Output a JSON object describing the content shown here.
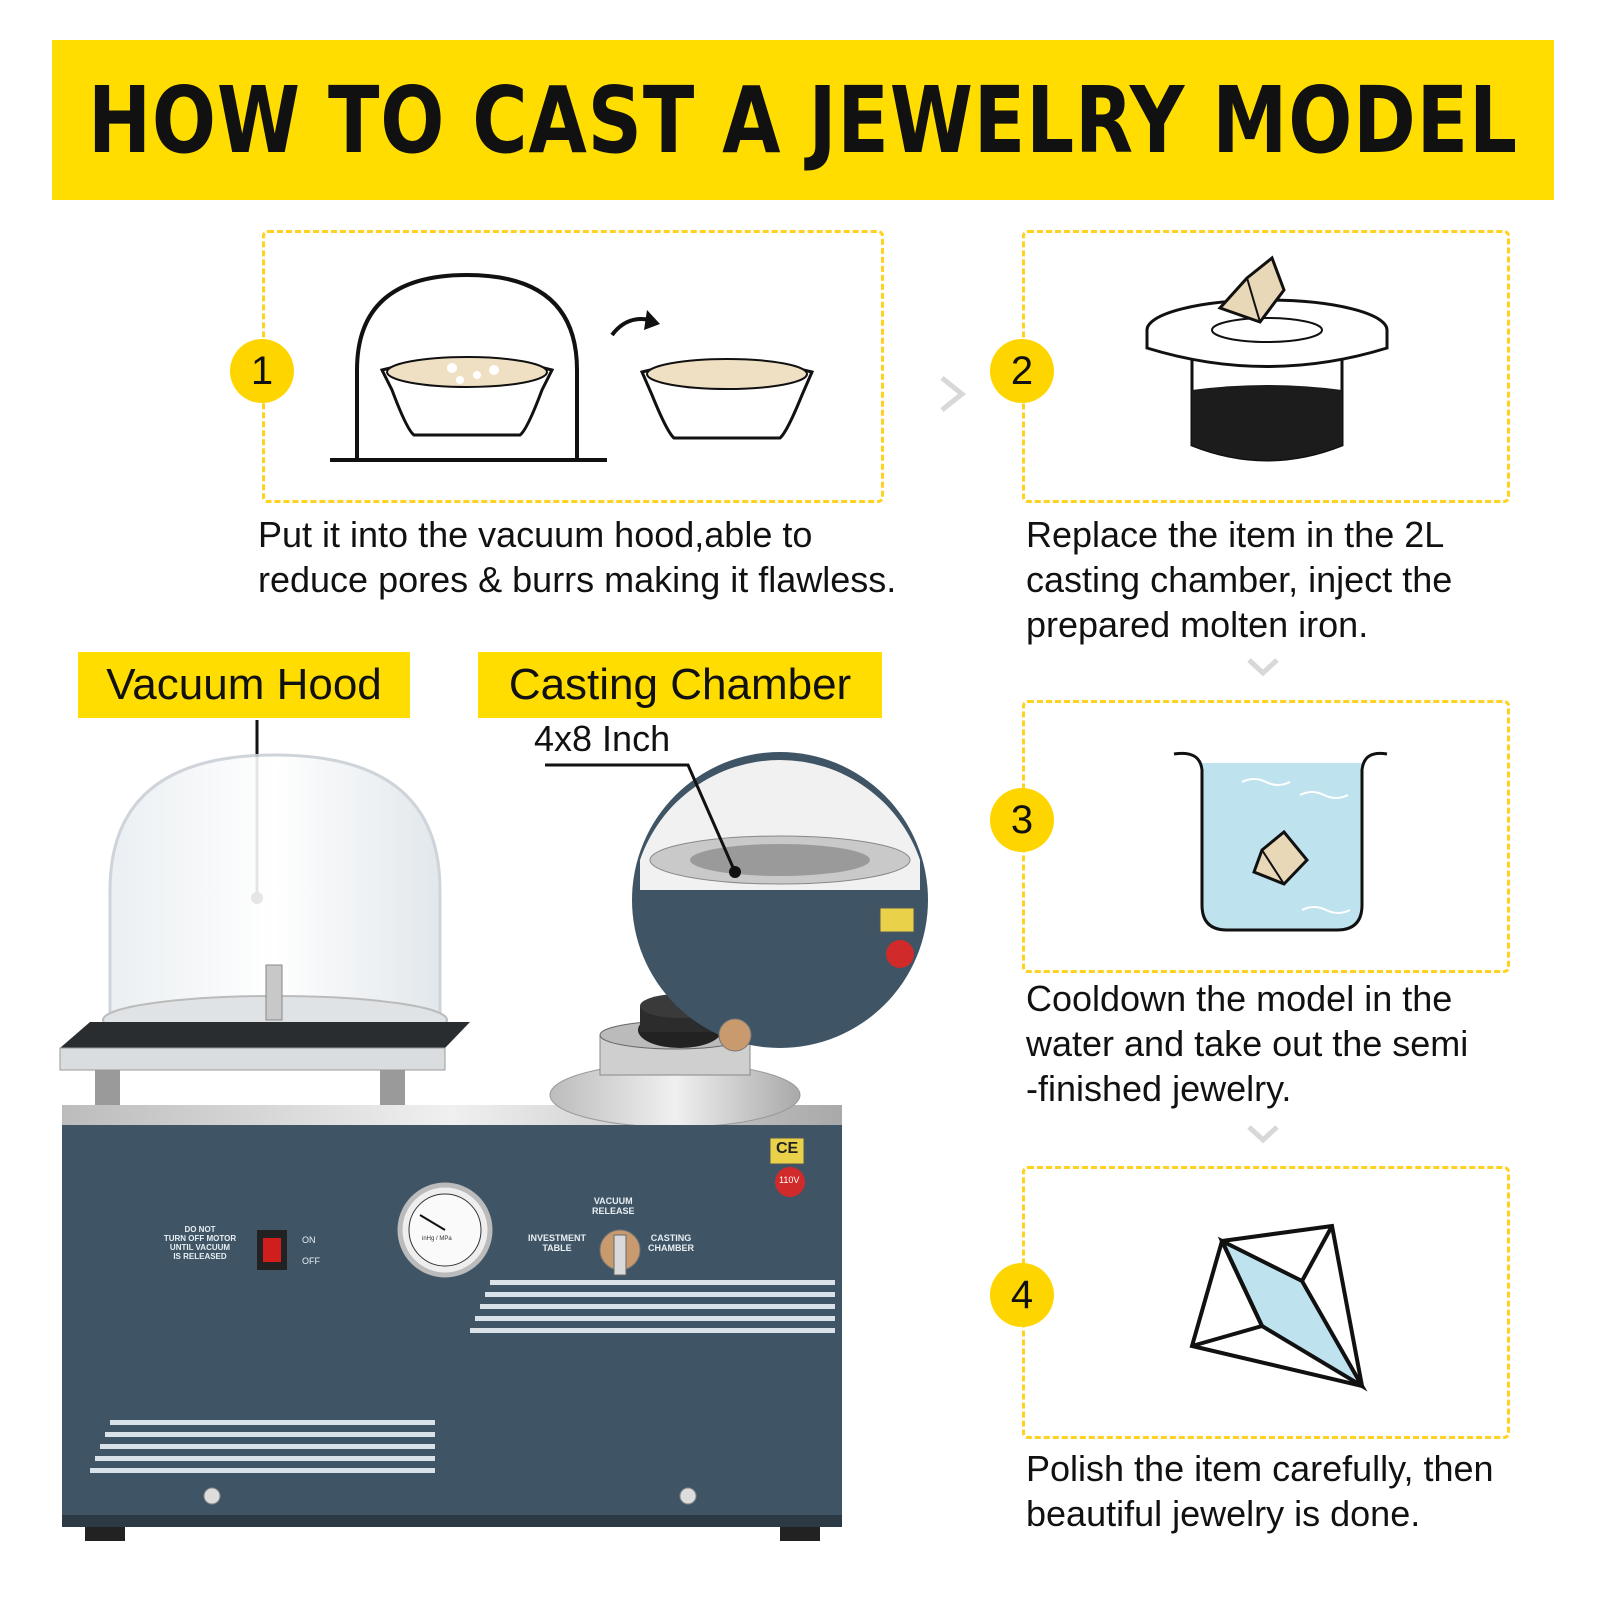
{
  "banner": {
    "title": "HOW TO CAST A JEWELRY MODEL"
  },
  "steps": [
    {
      "number": "1",
      "caption_line1": "Put it into the vacuum hood,able to",
      "caption_line2": "reduce pores & burrs making it flawless."
    },
    {
      "number": "2",
      "caption_line1": "Replace the item in the 2L",
      "caption_line2": "casting chamber, inject the",
      "caption_line3": "prepared molten iron."
    },
    {
      "number": "3",
      "caption_line1": "Cooldown the model in the",
      "caption_line2": "water and take out the semi",
      "caption_line3": "-finished jewelry."
    },
    {
      "number": "4",
      "caption_line1": "Polish the item carefully, then",
      "caption_line2": "beautiful jewelry is done."
    }
  ],
  "machine": {
    "vacuum_hood_label": "Vacuum Hood",
    "casting_chamber_label": "Casting Chamber",
    "chamber_size": "4x8 Inch",
    "panel_warning": [
      "DO NOT",
      "TURN OFF MOTOR",
      "UNTIL VACUUM",
      "IS RELEASED"
    ],
    "switch_on": "ON",
    "switch_off": "OFF",
    "valve_top": [
      "VACUUM",
      "RELEASE"
    ],
    "valve_left": [
      "INVESTMENT",
      "TABLE"
    ],
    "valve_right": [
      "CASTING",
      "CHAMBER"
    ],
    "ce_mark": "CE",
    "voltage": "110V",
    "gauge_unit": "inHg / MPa"
  },
  "colors": {
    "accent_yellow": "#ffdd00",
    "machine_body": "#3f5566",
    "dashed_border": "#ffd21f",
    "water": "#bfe2ef",
    "gem": "#e8d8b8"
  }
}
